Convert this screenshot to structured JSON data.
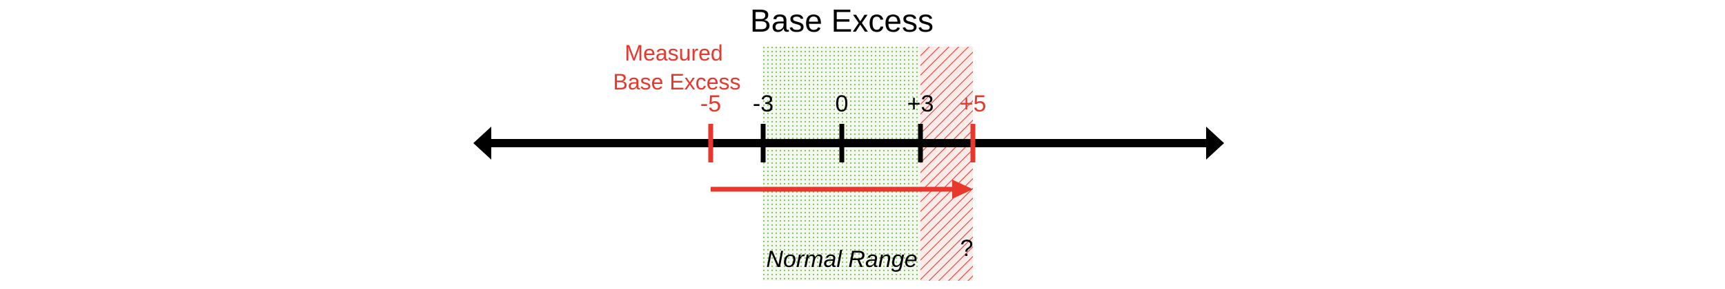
{
  "title": "Base Excess",
  "measured_label": [
    "Measured",
    "Base Excess"
  ],
  "ticks": [
    {
      "value": -5,
      "label": "-5",
      "color": "#e8382e"
    },
    {
      "value": -3,
      "label": "-3",
      "color": "#000000"
    },
    {
      "value": 0,
      "label": "0",
      "color": "#000000"
    },
    {
      "value": 3,
      "label": "+3",
      "color": "#000000"
    },
    {
      "value": 5,
      "label": "+5",
      "color": "#e8382e"
    }
  ],
  "normal_range": {
    "from": -3,
    "to": 3,
    "label": "Normal Range",
    "color": "#7dbb57"
  },
  "unknown_range": {
    "from": 3,
    "to": 5,
    "label": "?",
    "color": "#e8382e"
  },
  "shift_arrow": {
    "from": -5,
    "to": 5,
    "color": "#e8382e"
  },
  "colors": {
    "axis": "#000000",
    "accent": "#e8382e"
  }
}
